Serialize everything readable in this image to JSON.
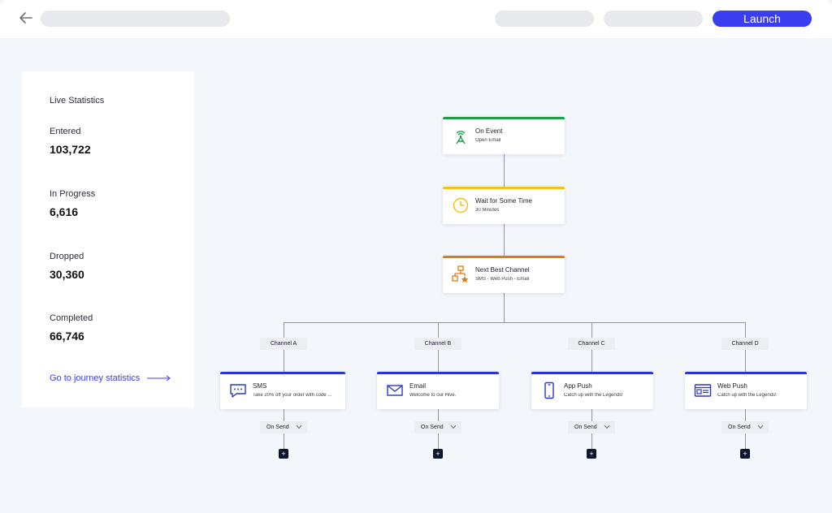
{
  "header": {
    "launch_label": "Launch"
  },
  "stats": {
    "title": "Live Statistics",
    "items": [
      {
        "label": "Entered",
        "value": "103,722"
      },
      {
        "label": "In Progress",
        "value": "6,616"
      },
      {
        "label": "Dropped",
        "value": "30,360"
      },
      {
        "label": "Completed",
        "value": "66,746"
      }
    ],
    "link_label": "Go to journey statistics"
  },
  "flow": {
    "steps": [
      {
        "title": "On Event",
        "subtitle": "Open Email",
        "accent": "#1f9d48",
        "icon": "antenna-icon"
      },
      {
        "title": "Wait for Some Time",
        "subtitle": "30 Minutes",
        "accent": "#f2c21a",
        "icon": "clock-icon"
      },
      {
        "title": "Next Best Channel",
        "subtitle": "SMS - Web Push - Email",
        "accent": "#e07b14",
        "icon": "channel-tree-icon"
      }
    ],
    "channels": [
      {
        "tag": "Channel A",
        "title": "SMS",
        "subtitle": "Take 20% off your order with code ...",
        "icon": "sms-icon",
        "send_label": "On Send",
        "plus": "+"
      },
      {
        "tag": "Channel B",
        "title": "Email",
        "subtitle": "Welcome to our Hive.",
        "icon": "email-icon",
        "send_label": "On Send",
        "plus": "+"
      },
      {
        "tag": "Channel C",
        "title": "App Push",
        "subtitle": "Catch up with the Legends!",
        "icon": "mobile-icon",
        "send_label": "On Send",
        "plus": "+"
      },
      {
        "tag": "Channel D",
        "title": "Web Push",
        "subtitle": "Catch up with the Legends!",
        "icon": "browser-icon",
        "send_label": "On Send",
        "plus": "+"
      }
    ],
    "channel_accent": "#2b37c8"
  }
}
